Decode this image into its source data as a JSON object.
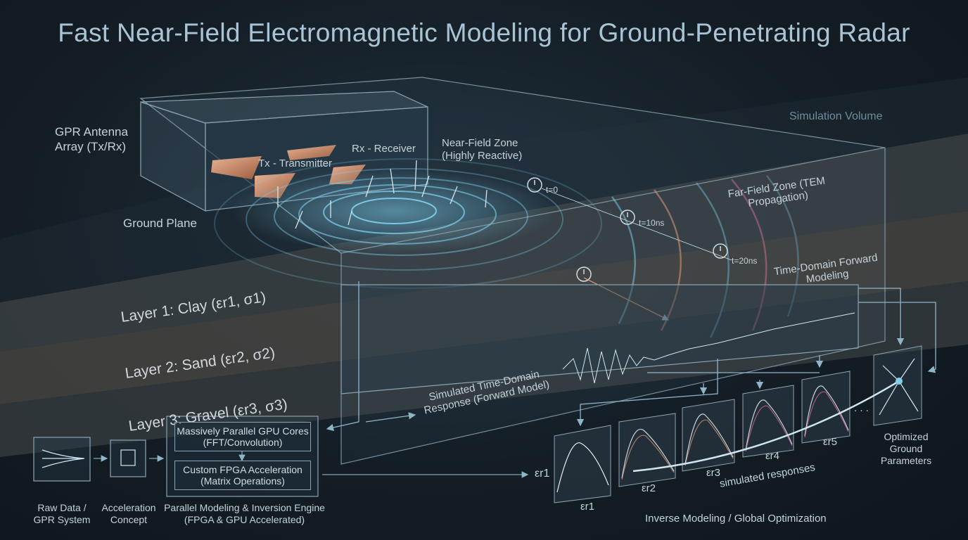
{
  "title": "Fast Near-Field Electromagnetic Modeling for Ground-Penetrating Radar",
  "antenna": {
    "array_label": "GPR Antenna Array (Tx/Rx)",
    "tx_label": "Tx - Transmitter",
    "rx_label": "Rx - Receiver",
    "ground_plane": "Ground Plane"
  },
  "zones": {
    "simulation_volume": "Simulation Volume",
    "near_field": "Near-Field Zone (Highly Reactive)",
    "far_field": "Far-Field Zone (TEM Propagation)"
  },
  "timestamps": [
    "t=0",
    "t=10ns",
    "t=20ns"
  ],
  "layers": [
    {
      "label": "Layer 1: Clay (εr1, σ1)"
    },
    {
      "label": "Layer 2: Sand (εr2, σ2)"
    },
    {
      "label": "Layer 3: Gravel (εr3, σ3)"
    }
  ],
  "forward": {
    "time_domain_label": "Time-Domain Forward Modeling",
    "response_label": "Simulated Time-Domain Response (Forward Model)"
  },
  "engine": {
    "gpu_label": "Massively Parallel GPU Cores (FFT/Convolution)",
    "fpga_label": "Custom FPGA Acceleration (Matrix Operations)",
    "engine_caption": "Parallel Modeling & Inversion Engine (FPGA & GPU Accelerated)",
    "raw_caption": "Raw Data / GPR System",
    "accel_caption": "Acceleration Concept"
  },
  "inverse": {
    "eps_labels": [
      "εr1",
      "εr2",
      "εr3",
      "εr4",
      "εr5"
    ],
    "arrow_eps": "εr1",
    "simulated": "simulated responses",
    "ellipsis": ". . .",
    "optimized": "Optimized Ground Parameters",
    "caption": "Inverse Modeling / Global Optimization"
  },
  "colors": {
    "accent": "#7fd0ec",
    "wave_warm": "#e8a080",
    "wave_pink": "#e070a0",
    "line": "#8fb5c8"
  }
}
